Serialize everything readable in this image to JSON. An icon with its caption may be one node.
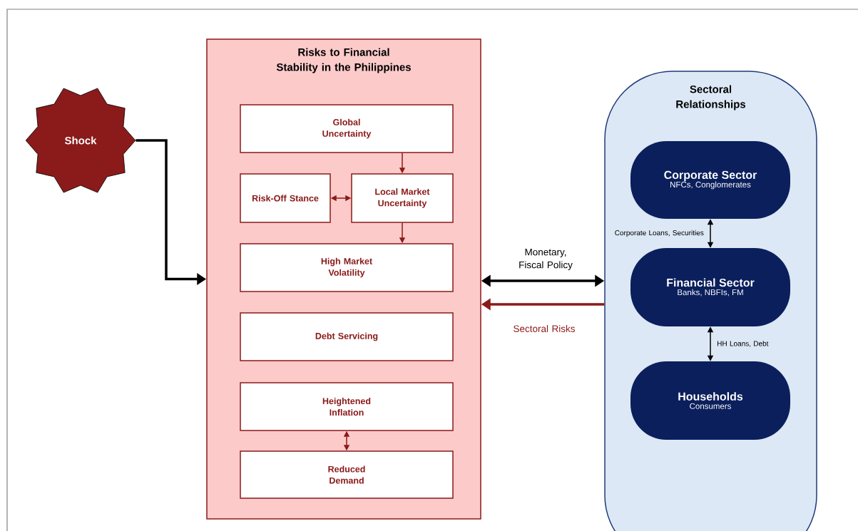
{
  "diagram": {
    "nodes": [
      {
        "text": [
          "Shock"
        ]
      },
      {
        "text": [
          "Risks to Financial Stability in the Philippines"
        ]
      },
      {
        "text": [
          "Global Uncertainty"
        ],
        "in": 1
      },
      {
        "text": [
          "Risk-Off Stance"
        ],
        "in": 1
      },
      {
        "text": [
          "Local Market Uncertainty"
        ],
        "in": 1
      },
      {
        "text": [
          "High Market Volatility"
        ],
        "in": 1
      },
      {
        "text": [
          "Debt Servicing"
        ],
        "in": 1
      },
      {
        "text": [
          "Heightened Inflation"
        ],
        "in": 1
      },
      {
        "text": [
          "Reduced Demand"
        ],
        "in": 1
      },
      {
        "text": [
          "Sectoral Relationships"
        ]
      },
      {
        "text": [
          "Corporate Sector",
          "NFCs, Conglomerates"
        ],
        "in": 9
      },
      {
        "text": [
          "Financial Sector",
          "Banks, NBFIs, FM"
        ],
        "in": 9
      },
      {
        "text": [
          "Households",
          "Consumers"
        ],
        "in": 9
      }
    ],
    "edges": [
      {
        "from": 0,
        "to": 1,
        "arrow": "to",
        "style": "thick",
        "color": "#000000"
      },
      {
        "from": 2,
        "to": 4,
        "arrow": "to",
        "color": "#8b1a1a"
      },
      {
        "from": 3,
        "to": 4,
        "arrow": "both",
        "color": "#8b1a1a"
      },
      {
        "from": 4,
        "to": 5,
        "arrow": "to",
        "color": "#8b1a1a"
      },
      {
        "from": 7,
        "to": 8,
        "arrow": "both",
        "color": "#8b1a1a"
      },
      {
        "from": 1,
        "to": 9,
        "arrow": "both",
        "label": "Monetary, Fiscal Policy",
        "style": "thick",
        "color": "#000000"
      },
      {
        "from": 9,
        "to": 1,
        "arrow": "to",
        "label": "Sectoral Risks",
        "style": "thick",
        "color": "#8b1a1a"
      },
      {
        "from": 10,
        "to": 11,
        "arrow": "both",
        "label": "Corporate Loans, Securities",
        "color": "#000000"
      },
      {
        "from": 11,
        "to": 12,
        "arrow": "both",
        "label": "HH Loans, Debt",
        "color": "#000000"
      }
    ]
  }
}
